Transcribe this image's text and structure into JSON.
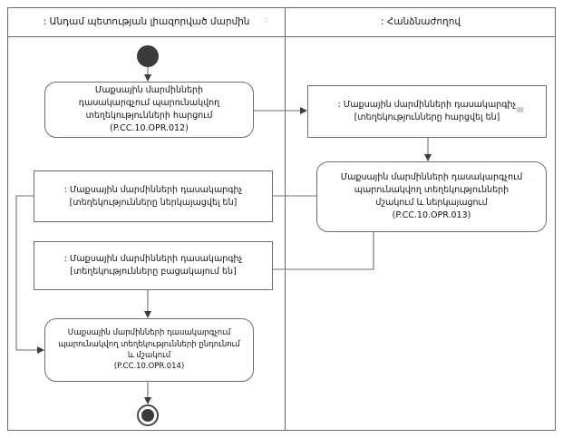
{
  "diagram": {
    "type": "uml-activity-diagram-with-swimlanes",
    "lanes": [
      {
        "id": "lane-left",
        "title": ": Անդամ պետության լիազորված մարմին"
      },
      {
        "id": "lane-right",
        "title": ": Հանձնաժողով"
      }
    ],
    "nodes": {
      "initial": {
        "kind": "initial-node",
        "lane": "lane-left"
      },
      "final": {
        "kind": "activity-final-node",
        "lane": "lane-left"
      },
      "action_012": {
        "kind": "action",
        "lane": "lane-left",
        "lines": [
          "Մաքսային մարմինների",
          "դասակարգչում պարունակվող",
          "տեղեկությունների հարցում",
          "(P.CC.10.OPR.012)"
        ]
      },
      "object_requested": {
        "kind": "object-node",
        "lane": "lane-right",
        "lines": [
          ": Մաքսային մարմինների դասակարգիչ",
          "[տեղեկությունները հարցվել են]"
        ]
      },
      "action_013": {
        "kind": "action",
        "lane": "lane-right",
        "lines": [
          "Մաքսային մարմինների դասակարգչում",
          "պարունակվող տեղեկությունների",
          "մշակում և ներկայացում",
          "(P.CC.10.OPR.013)"
        ]
      },
      "object_presented": {
        "kind": "object-node",
        "lane": "lane-left",
        "lines": [
          ": Մաքսային մարմինների դասակարգիչ",
          "[տեղեկությունները ներկայացվել են]"
        ]
      },
      "object_absent": {
        "kind": "object-node",
        "lane": "lane-left",
        "lines": [
          ": Մաքսային մարմինների դասակարգիչ",
          "[տեղեկությունները բացակայում են]"
        ]
      },
      "action_014": {
        "kind": "action",
        "lane": "lane-left",
        "lines": [
          "Մաքսային մարմինների դասակարգչում",
          "պարունակվող տեղեկությունների ընդունում",
          "և մշակում",
          "(P.CC.10.OPR.014)"
        ]
      }
    },
    "edges": [
      {
        "from": "initial",
        "to": "action_012"
      },
      {
        "from": "action_012",
        "to": "object_requested"
      },
      {
        "from": "object_requested",
        "to": "action_013"
      },
      {
        "from": "action_013",
        "to": "object_presented"
      },
      {
        "from": "action_013",
        "to": "object_absent"
      },
      {
        "from": "object_presented",
        "to": "action_014"
      },
      {
        "from": "object_absent",
        "to": "action_014"
      },
      {
        "from": "action_014",
        "to": "final"
      }
    ],
    "marks": {
      "object_requested_corner": "▤",
      "action_013_corner": "·",
      "lane_left_title_corner": "▯"
    },
    "colors": {
      "stroke": "#6f6f6f",
      "frame": "#6b6b6b",
      "arrow": "#3d3d3d",
      "node_fill": "#ffffff",
      "control_node": "#3a3a3a",
      "text": "#111111",
      "background": "#ffffff"
    }
  }
}
